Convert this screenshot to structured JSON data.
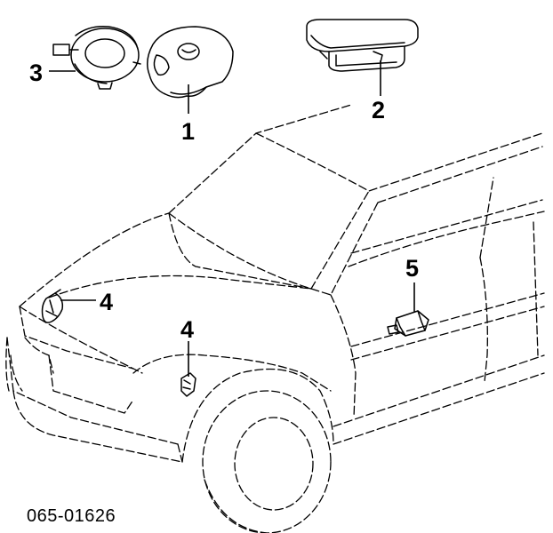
{
  "diagram": {
    "callouts": [
      {
        "id": "c1",
        "label": "1"
      },
      {
        "id": "c2",
        "label": "2"
      },
      {
        "id": "c3",
        "label": "3"
      },
      {
        "id": "c4a",
        "label": "4"
      },
      {
        "id": "c4b",
        "label": "4"
      },
      {
        "id": "c5",
        "label": "5"
      }
    ],
    "figure_code": "065-01626"
  }
}
